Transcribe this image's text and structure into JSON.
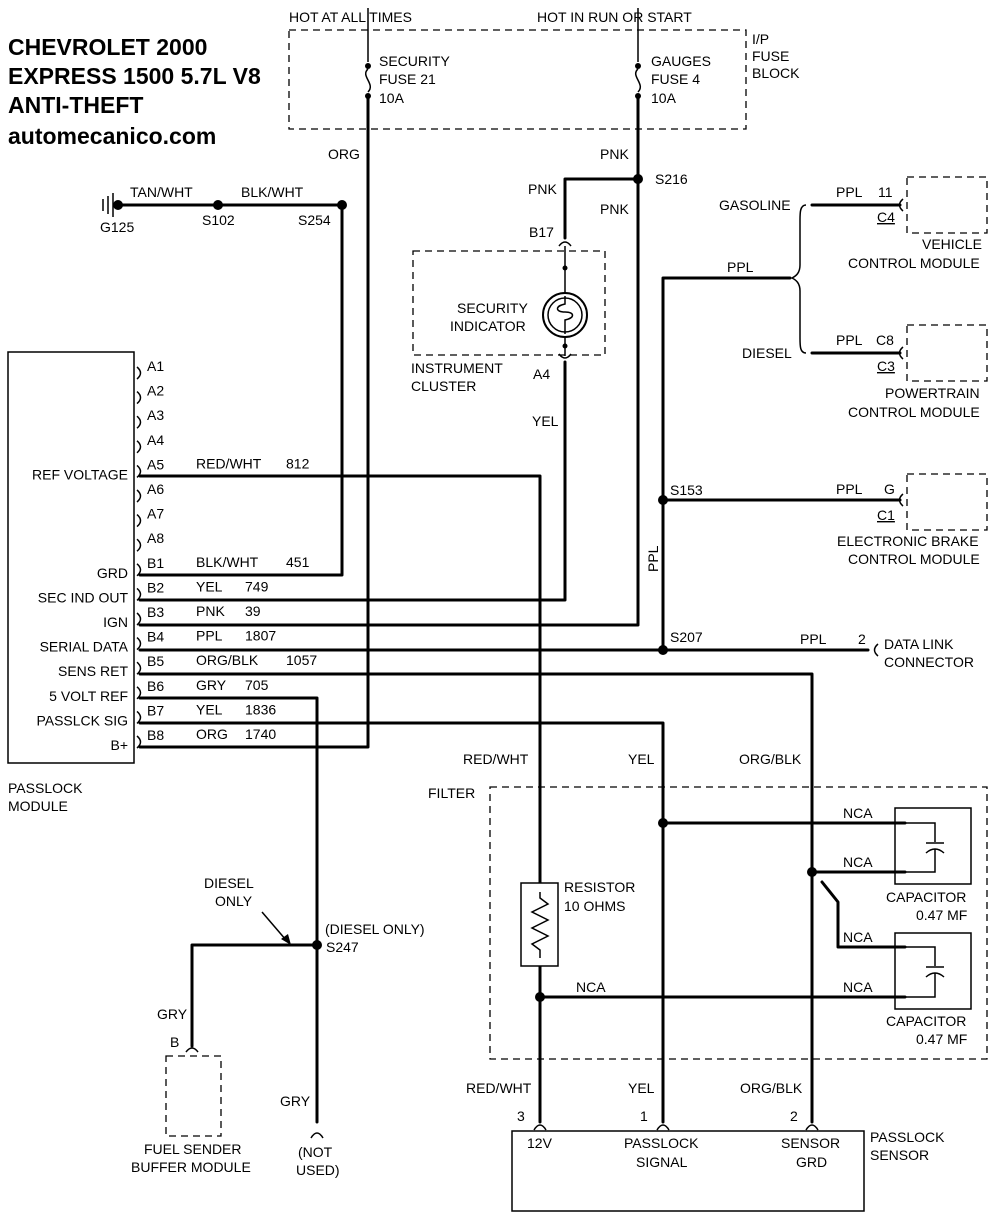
{
  "title": {
    "line1": "CHEVROLET 2000",
    "line2": "EXPRESS 1500 5.7L V8",
    "line3": "ANTI-THEFT",
    "line4": "automecanico.com"
  },
  "fuse_block": {
    "hot_all_times": "HOT AT ALL TIMES",
    "hot_run_start": "HOT IN RUN OR START",
    "label_1": "I/P",
    "label_2": "FUSE",
    "label_3": "BLOCK",
    "security_fuse": {
      "name": "SECURITY",
      "number": "FUSE 21",
      "rating": "10A"
    },
    "gauges_fuse": {
      "name": "GAUGES",
      "number": "FUSE 4",
      "rating": "10A"
    }
  },
  "ground": {
    "g125": "G125",
    "s102": "S102",
    "s254": "S254",
    "tan_wht": "TAN/WHT",
    "blk_wht": "BLK/WHT"
  },
  "wire_colors": {
    "org": "ORG",
    "pnk1": "PNK",
    "pnk2": "PNK",
    "pnk3": "PNK",
    "yel": "YEL",
    "ppl_top": "PPL",
    "ppl_vert": "PPL",
    "ppl_vcm": "PPL",
    "ppl_pcm": "PPL",
    "ppl_ebcm": "PPL",
    "ppl_dlc": "PPL",
    "red_wht_1": "RED/WHT",
    "yel_2": "YEL",
    "org_blk_1": "ORG/BLK",
    "red_wht_2": "RED/WHT",
    "yel_3": "YEL",
    "org_blk_2": "ORG/BLK",
    "gry_1": "GRY",
    "gry_2": "GRY"
  },
  "splices": {
    "s216": "S216",
    "s153": "S153",
    "s207": "S207",
    "s247": "S247"
  },
  "instrument_cluster": {
    "b17": "B17",
    "a4": "A4",
    "indicator_1": "SECURITY",
    "indicator_2": "INDICATOR",
    "label_1": "INSTRUMENT",
    "label_2": "CLUSTER"
  },
  "modules": {
    "gasoline": "GASOLINE",
    "diesel": "DIESEL",
    "vcm": {
      "pin_top": "11",
      "pin_bottom": "C4",
      "line1": "VEHICLE",
      "line2": "CONTROL MODULE"
    },
    "pcm": {
      "pin_top": "C8",
      "pin_bottom": "C3",
      "line1": "POWERTRAIN",
      "line2": "CONTROL MODULE"
    },
    "ebcm": {
      "pin_top": "G",
      "pin_bottom": "C1",
      "line1": "ELECTRONIC BRAKE",
      "line2": "CONTROL MODULE"
    },
    "dlc": {
      "pin": "2",
      "line1": "DATA LINK",
      "line2": "CONNECTOR"
    }
  },
  "passlock_module": {
    "label_1": "PASSLOCK",
    "label_2": "MODULE",
    "pins": [
      {
        "pin": "A1",
        "func": "",
        "color": "",
        "circuit": ""
      },
      {
        "pin": "A2",
        "func": "",
        "color": "",
        "circuit": ""
      },
      {
        "pin": "A3",
        "func": "",
        "color": "",
        "circuit": ""
      },
      {
        "pin": "A4",
        "func": "",
        "color": "",
        "circuit": ""
      },
      {
        "pin": "A5",
        "func": "REF VOLTAGE",
        "color": "RED/WHT",
        "circuit": "812"
      },
      {
        "pin": "A6",
        "func": "",
        "color": "",
        "circuit": ""
      },
      {
        "pin": "A7",
        "func": "",
        "color": "",
        "circuit": ""
      },
      {
        "pin": "A8",
        "func": "",
        "color": "",
        "circuit": ""
      },
      {
        "pin": "B1",
        "func": "GRD",
        "color": "BLK/WHT",
        "circuit": "451"
      },
      {
        "pin": "B2",
        "func": "SEC IND OUT",
        "color": "YEL",
        "circuit": "749"
      },
      {
        "pin": "B3",
        "func": "IGN",
        "color": "PNK",
        "circuit": "39"
      },
      {
        "pin": "B4",
        "func": "SERIAL DATA",
        "color": "PPL",
        "circuit": "1807"
      },
      {
        "pin": "B5",
        "func": "SENS RET",
        "color": "ORG/BLK",
        "circuit": "1057"
      },
      {
        "pin": "B6",
        "func": "5 VOLT REF",
        "color": "GRY",
        "circuit": "705"
      },
      {
        "pin": "B7",
        "func": "PASSLCK SIG",
        "color": "YEL",
        "circuit": "1836"
      },
      {
        "pin": "B8",
        "func": "B+",
        "color": "ORG",
        "circuit": "1740"
      }
    ]
  },
  "filter": {
    "label": "FILTER",
    "resistor_1": "RESISTOR",
    "resistor_2": "10 OHMS",
    "nca_1": "NCA",
    "nca_2": "NCA",
    "nca_3": "NCA",
    "nca_4": "NCA",
    "nca_5": "NCA",
    "cap1_1": "CAPACITOR",
    "cap1_2": "0.47 MF",
    "cap2_1": "CAPACITOR",
    "cap2_2": "0.47 MF"
  },
  "diesel_note": {
    "line1": "DIESEL",
    "line2": "ONLY",
    "s247_note": "(DIESEL ONLY)"
  },
  "fuel_sender": {
    "pin": "B",
    "line1": "FUEL SENDER",
    "line2": "BUFFER MODULE"
  },
  "not_used": {
    "line1": "(NOT",
    "line2": "USED)"
  },
  "passlock_sensor": {
    "pin_3": "3",
    "pin_1": "1",
    "pin_2": "2",
    "term_12v": "12V",
    "term_sig_1": "PASSLOCK",
    "term_sig_2": "SIGNAL",
    "term_grd_1": "SENSOR",
    "term_grd_2": "GRD",
    "label_1": "PASSLOCK",
    "label_2": "SENSOR"
  }
}
